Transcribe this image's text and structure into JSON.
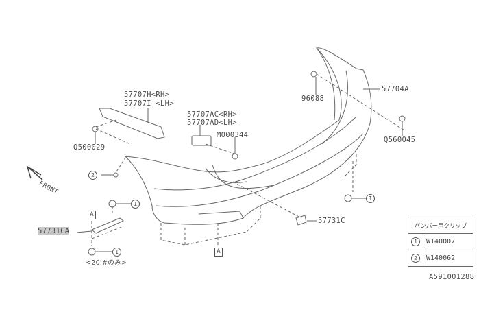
{
  "diagram_id": "A591001288",
  "front_label": "FRONT",
  "parts": {
    "bracket_rh": "57707H<RH>",
    "bracket_lh": "57707I <LH>",
    "bracket2_rh": "57707AC<RH>",
    "bracket2_lh": "57707AD<LH>",
    "screw_m": "M000344",
    "screw_q5": "Q500029",
    "clip_96088": "96088",
    "bumper": "57704A",
    "screw_q56": "Q560045",
    "reflector_ca": "57731CA",
    "reflector_c": "57731C",
    "note": "<20I#のみ>"
  },
  "callouts": {
    "one": "1",
    "two": "2",
    "a": "A"
  },
  "legend": {
    "title": "バンパー用クリップ",
    "rows": [
      {
        "key": "1",
        "part": "W140007"
      },
      {
        "key": "2",
        "part": "W140062"
      }
    ]
  }
}
